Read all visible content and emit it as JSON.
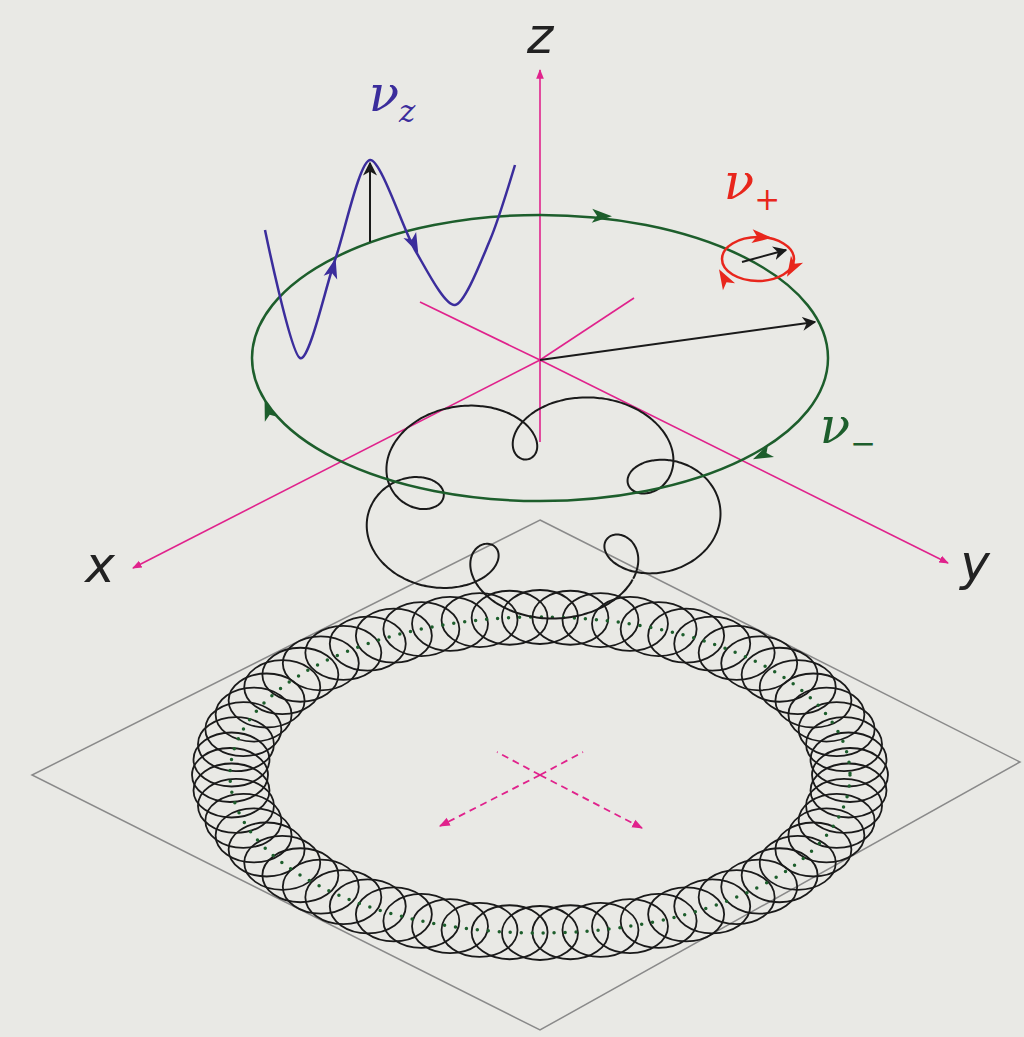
{
  "diagram": {
    "labels": [
      "z",
      "νz",
      "ν+",
      "ν−",
      "x",
      "y"
    ]
  }
}
